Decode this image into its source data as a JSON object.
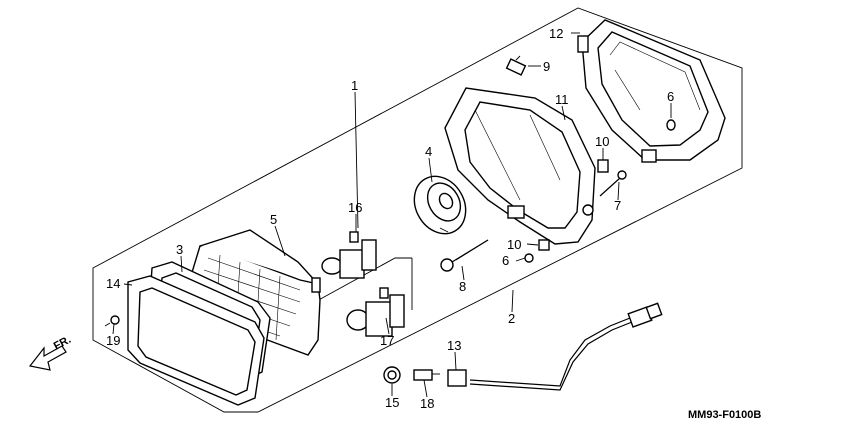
{
  "diagram": {
    "callouts": [
      {
        "id": "c1",
        "text": "1"
      },
      {
        "id": "c2",
        "text": "2"
      },
      {
        "id": "c3",
        "text": "3"
      },
      {
        "id": "c4",
        "text": "4"
      },
      {
        "id": "c5",
        "text": "5"
      },
      {
        "id": "c6a",
        "text": "6"
      },
      {
        "id": "c6b",
        "text": "6"
      },
      {
        "id": "c7",
        "text": "7"
      },
      {
        "id": "c8",
        "text": "8"
      },
      {
        "id": "c9",
        "text": "9"
      },
      {
        "id": "c10a",
        "text": "10"
      },
      {
        "id": "c10b",
        "text": "10"
      },
      {
        "id": "c11",
        "text": "11"
      },
      {
        "id": "c12",
        "text": "12"
      },
      {
        "id": "c13",
        "text": "13"
      },
      {
        "id": "c14",
        "text": "14"
      },
      {
        "id": "c15",
        "text": "15"
      },
      {
        "id": "c16",
        "text": "16"
      },
      {
        "id": "c17",
        "text": "17"
      },
      {
        "id": "c18",
        "text": "18"
      },
      {
        "id": "c19",
        "text": "19"
      }
    ],
    "front_label": "FR.",
    "code": "MM93-F0100B"
  }
}
